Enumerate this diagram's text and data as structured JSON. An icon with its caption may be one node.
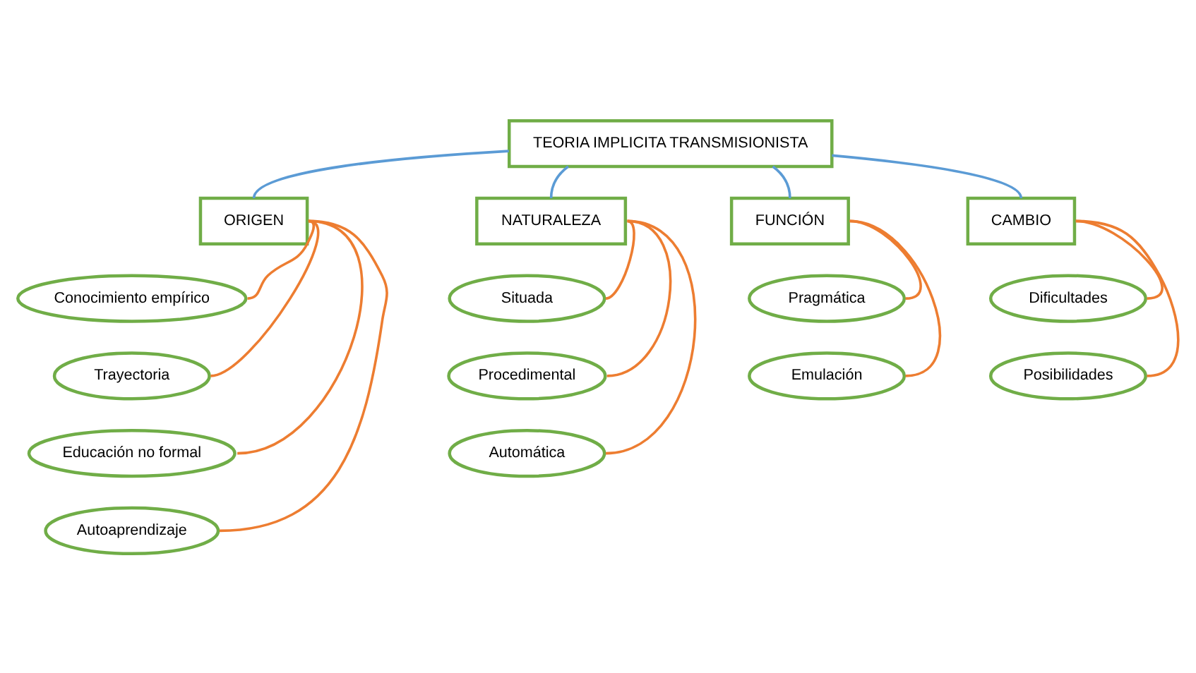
{
  "diagram": {
    "nodes": [
      {
        "text": [
          "TEORIA IMPLICITA TRANSMISIONISTA"
        ]
      },
      {
        "text": [
          "ORIGEN"
        ]
      },
      {
        "text": [
          "NATURALEZA"
        ]
      },
      {
        "text": [
          "FUNCIÓN"
        ]
      },
      {
        "text": [
          "CAMBIO"
        ]
      },
      {
        "text": [
          "Conocimiento empírico"
        ]
      },
      {
        "text": [
          "Trayectoria"
        ]
      },
      {
        "text": [
          "Educación no formal"
        ]
      },
      {
        "text": [
          "Autoaprendizaje"
        ]
      },
      {
        "text": [
          "Situada"
        ]
      },
      {
        "text": [
          "Procedimental"
        ]
      },
      {
        "text": [
          "Automática"
        ]
      },
      {
        "text": [
          "Pragmática"
        ]
      },
      {
        "text": [
          "Emulación"
        ]
      },
      {
        "text": [
          "Dificultades"
        ]
      },
      {
        "text": [
          "Posibilidades"
        ]
      }
    ],
    "edges": [
      {
        "from": 0,
        "to": 1,
        "arrow": "none",
        "color": "#5b9bd5"
      },
      {
        "from": 0,
        "to": 2,
        "arrow": "none",
        "color": "#5b9bd5"
      },
      {
        "from": 0,
        "to": 3,
        "arrow": "none",
        "color": "#5b9bd5"
      },
      {
        "from": 0,
        "to": 4,
        "arrow": "none",
        "color": "#5b9bd5"
      },
      {
        "from": 1,
        "to": 5,
        "arrow": "none"
      },
      {
        "from": 1,
        "to": 6,
        "arrow": "none"
      },
      {
        "from": 1,
        "to": 7,
        "arrow": "none"
      },
      {
        "from": 1,
        "to": 8,
        "arrow": "none"
      },
      {
        "from": 2,
        "to": 9,
        "arrow": "none"
      },
      {
        "from": 2,
        "to": 10,
        "arrow": "none"
      },
      {
        "from": 2,
        "to": 11,
        "arrow": "none"
      },
      {
        "from": 3,
        "to": 12,
        "arrow": "none"
      },
      {
        "from": 3,
        "to": 13,
        "arrow": "none"
      },
      {
        "from": 4,
        "to": 14,
        "arrow": "none"
      },
      {
        "from": 4,
        "to": 15,
        "arrow": "none"
      }
    ]
  }
}
